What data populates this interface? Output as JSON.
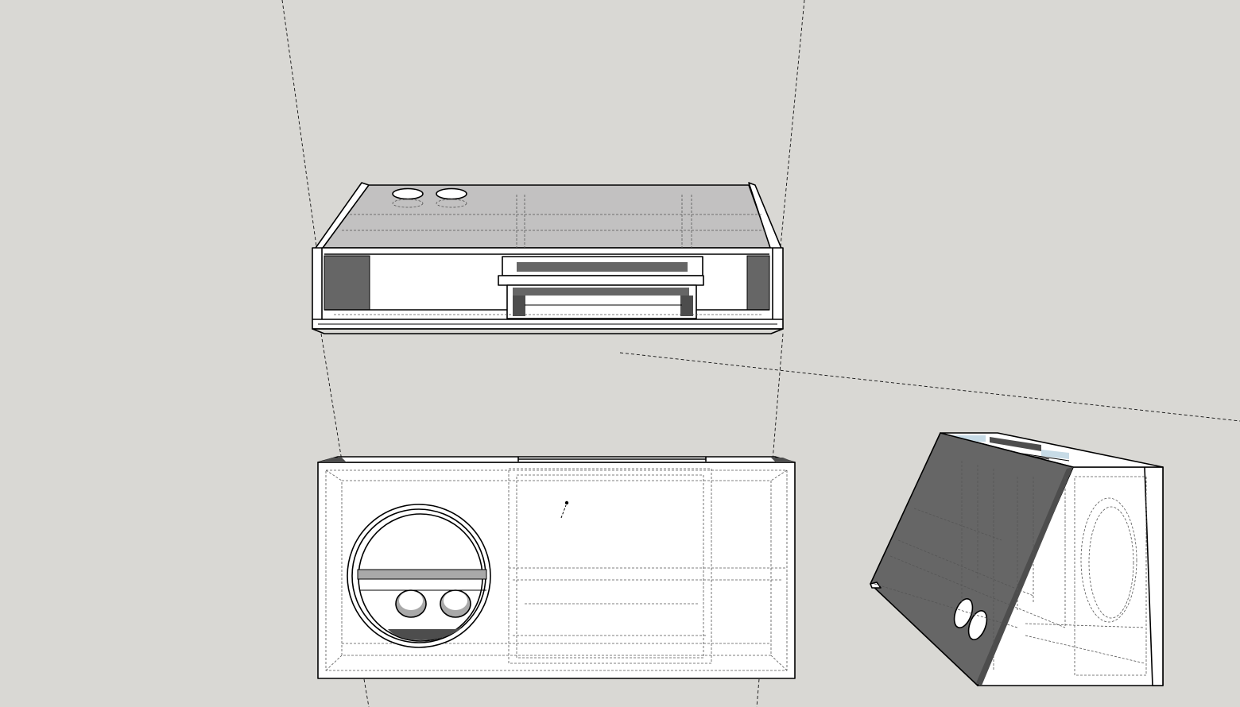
{
  "app": {
    "background_color": "#d9d8d4",
    "line_color": "#000000",
    "hidden_line_color": "#555555",
    "glass_color": "#bdbdbd",
    "dark_face_color": "#666666"
  },
  "scene": {
    "objects": [
      {
        "name": "enclosure-top-view",
        "ports": 2
      },
      {
        "name": "enclosure-front-view",
        "subwoofer_openings": 1,
        "ports": 2
      },
      {
        "name": "enclosure-perspective-view",
        "ports": 2
      }
    ],
    "cursor": {
      "icon": "pencil-cursor-icon"
    }
  }
}
